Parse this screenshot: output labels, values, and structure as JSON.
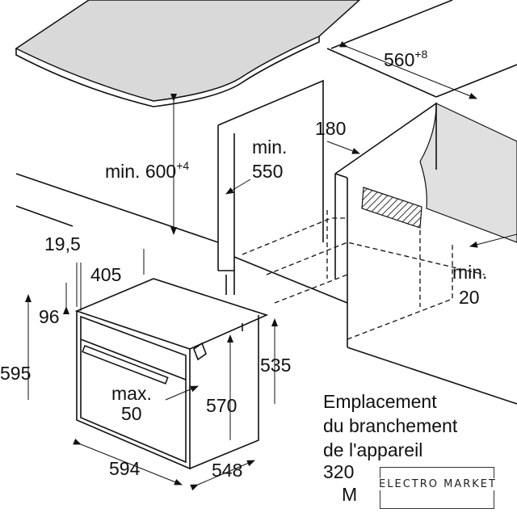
{
  "dimensions": {
    "niche_width": {
      "value": "560",
      "tolerance": "+8"
    },
    "niche_height": {
      "prefix": "min. ",
      "value": "600",
      "tolerance": "+4"
    },
    "vent_gap": "180",
    "niche_depth": {
      "line1": "min.",
      "line2": "550"
    },
    "back_gap": {
      "line1": "min.",
      "line2": "20"
    },
    "front_offset": "19,5",
    "oven_depth_top": "405",
    "panel_height": "96",
    "oven_height": "595",
    "body_height": "535",
    "max_offset": {
      "line1": "max.",
      "line2": "50"
    },
    "door_height": "570",
    "oven_width": "594",
    "oven_depth": "548"
  },
  "connection_note": {
    "line1": "Emplacement",
    "line2": "du branchement",
    "line3": "de l'appareil",
    "line4": "320",
    "line5": "M"
  },
  "watermark": {
    "title": "ELECTRO MARKET"
  },
  "colors": {
    "worktop": "#d9d9d9",
    "wall": "#e0e0e0",
    "hatch": "#555555"
  }
}
